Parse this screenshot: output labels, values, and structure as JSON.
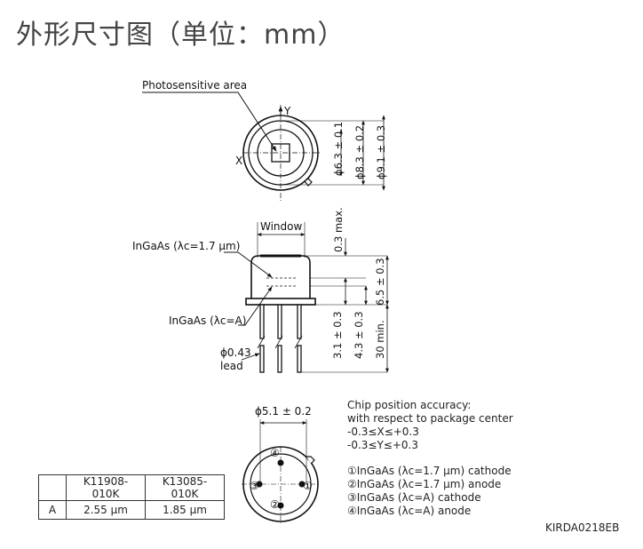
{
  "title": "外形尺寸图（单位：mm）",
  "top_view": {
    "photosensitive_label": "Photosensitive area",
    "axis_x": "X",
    "axis_y": "Y",
    "dim_inner": "ϕ6.3 ± 0.1",
    "dim_mid": "ϕ8.3 ± 0.2",
    "dim_outer": "ϕ9.1 ± 0.3"
  },
  "side_view": {
    "window_label": "Window",
    "ingaas_top": "InGaAs (λc=1.7 μm)",
    "ingaas_bottom": "InGaAs (λc=A)",
    "lead_dia": "ϕ0.43",
    "lead_word": "lead",
    "dim_window_top": "0.3 max.",
    "dim_cap": "6.5 ± 0.3",
    "dim_chip1": "3.1 ± 0.3",
    "dim_chip2": "4.3 ± 0.3",
    "dim_lead": "30 min."
  },
  "bottom_view": {
    "pin_circle": "ϕ5.1 ± 0.2",
    "pins": [
      "①",
      "②",
      "③",
      "④"
    ]
  },
  "table": {
    "headers": [
      "",
      "K11908-010K",
      "K13085-010K"
    ],
    "rows": [
      [
        "A",
        "2.55 μm",
        "1.85 μm"
      ]
    ]
  },
  "chip_accuracy": [
    "Chip position accuracy:",
    "with respect to package center",
    "-0.3≤X≤+0.3",
    "-0.3≤Y≤+0.3"
  ],
  "pin_legend": [
    "①InGaAs (λc=1.7 μm) cathode",
    "②InGaAs (λc=1.7 μm) anode",
    "③InGaAs (λc=A) cathode",
    "④InGaAs (λc=A) anode"
  ],
  "drawing_code": "KIRDA0218EB"
}
